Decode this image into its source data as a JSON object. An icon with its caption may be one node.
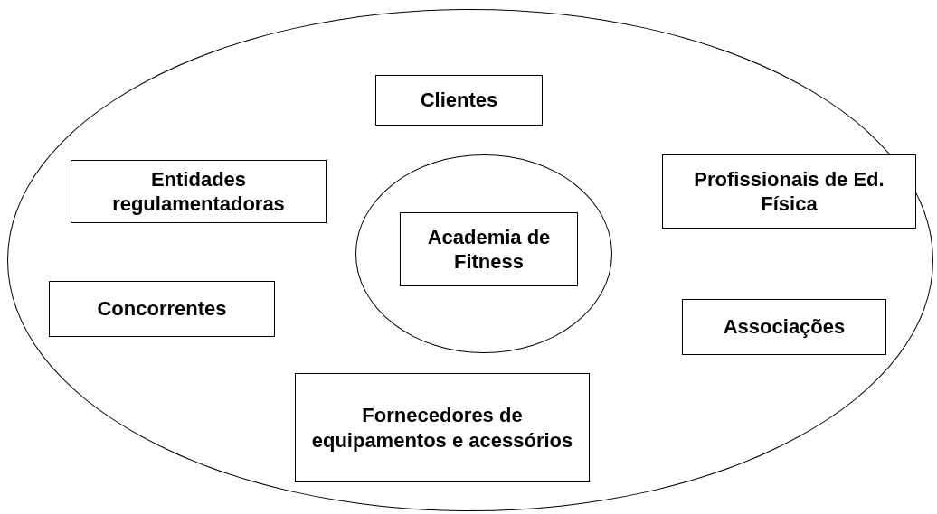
{
  "diagram": {
    "nodes": [
      {
        "text": [],
        "shape": "ellipse"
      },
      {
        "text": [
          "Clientes"
        ],
        "in": 0
      },
      {
        "text": [
          "Entidades regulamentadoras"
        ],
        "in": 0
      },
      {
        "text": [
          "Profissionais de Ed. Física"
        ],
        "in": 0
      },
      {
        "text": [],
        "shape": "ellipse",
        "in": 0
      },
      {
        "text": [
          "Academia de Fitness"
        ],
        "in": 4
      },
      {
        "text": [
          "Concorrentes"
        ],
        "in": 0
      },
      {
        "text": [
          "Associações"
        ],
        "in": 0
      },
      {
        "text": [
          "Fornecedores de equipamentos e acessórios"
        ],
        "in": 0
      }
    ],
    "edges": []
  }
}
